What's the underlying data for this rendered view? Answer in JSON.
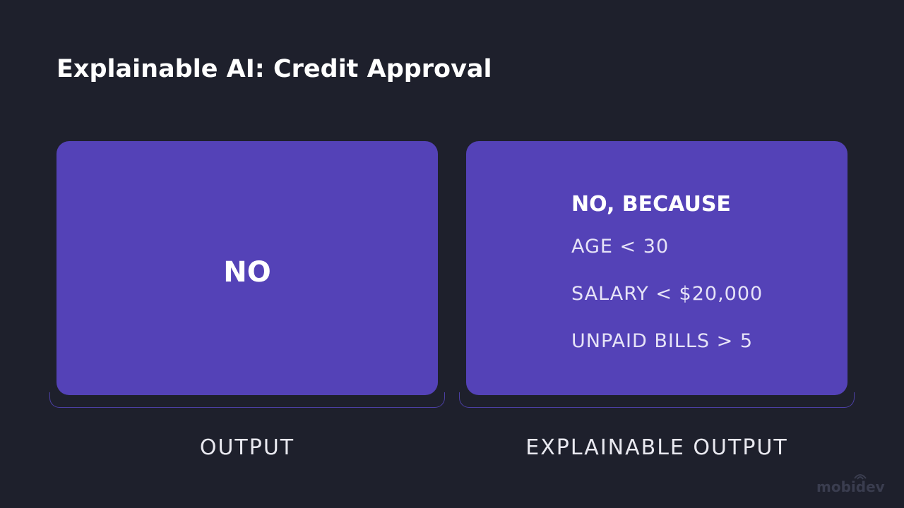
{
  "title": "Explainable AI: Credit Approval",
  "panels": {
    "output": {
      "answer": "NO",
      "caption": "OUTPUT"
    },
    "explainable": {
      "heading": "NO, BECAUSE",
      "reasons": [
        "AGE < 30",
        "SALARY < $20,000",
        "UNPAID BILLS > 5"
      ],
      "caption": "EXPLAINABLE OUTPUT"
    }
  },
  "brand": {
    "logo_text": "mobidev",
    "icon": "signal-waves-icon"
  },
  "colors": {
    "background": "#1e202c",
    "panel": "#5442b7",
    "text": "#ffffff",
    "logo": "#3a3d4f"
  }
}
